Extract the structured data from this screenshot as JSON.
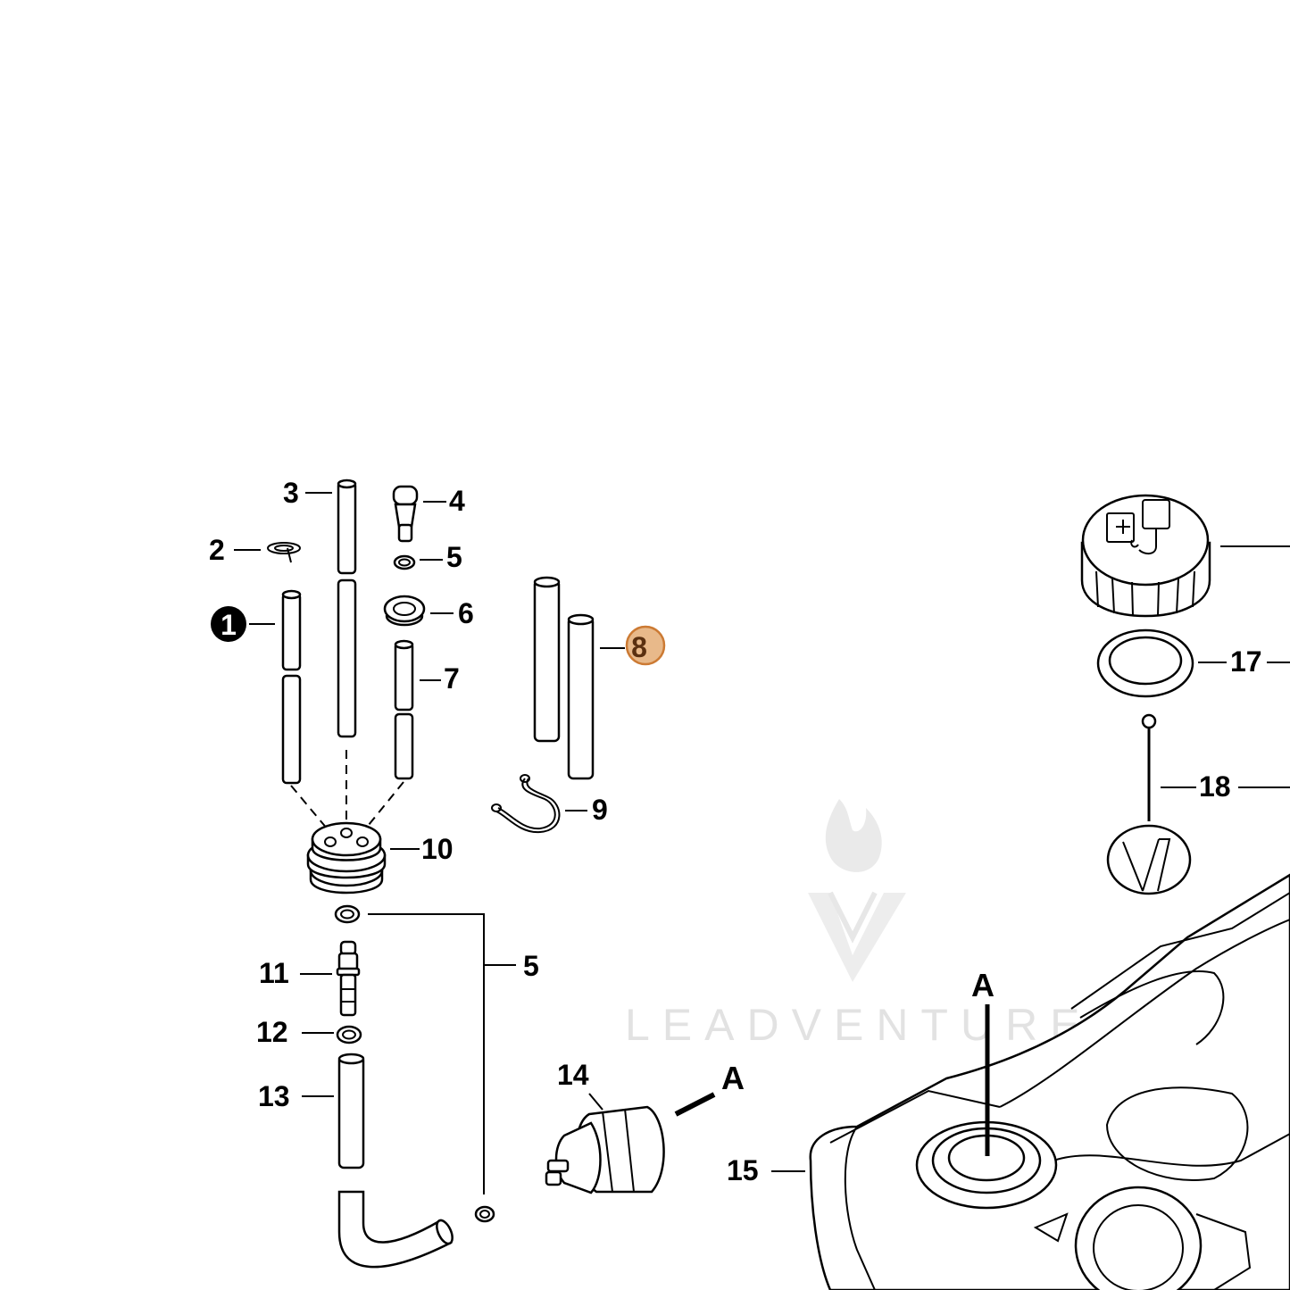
{
  "callouts": {
    "c1": "1",
    "c2": "2",
    "c3": "3",
    "c4": "4",
    "c5a": "5",
    "c5b": "5",
    "c6": "6",
    "c7": "7",
    "c8": "8",
    "c9": "9",
    "c10": "10",
    "c11": "11",
    "c12": "12",
    "c13": "13",
    "c14": "14",
    "c15": "15",
    "c17": "17",
    "c18": "18"
  },
  "letters": {
    "a_filter": "A",
    "a_tank": "A"
  },
  "watermark": {
    "text": "LEADVENTURE"
  },
  "colors": {
    "highlight_fill": "#e8b98a",
    "highlight_stroke": "#cc7a33",
    "highlight_text": "#5a3010",
    "badge_fill": "#000000",
    "badge_text": "#ffffff",
    "watermark": "#cccccc"
  }
}
